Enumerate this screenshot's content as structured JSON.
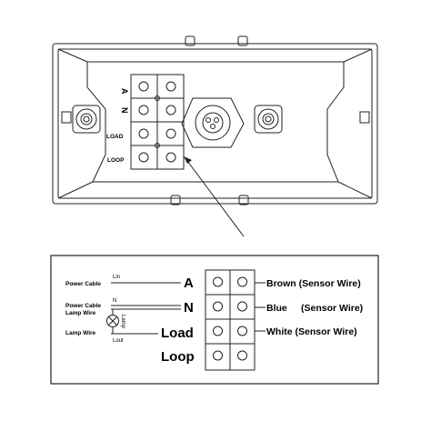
{
  "enclosure": {
    "terminal_labels": [
      "A",
      "N",
      "LOAD",
      "LOOP"
    ]
  },
  "wiring": {
    "left_labels": {
      "power_cable_1": "Power Cable",
      "lin": "Lin",
      "power_cable_2": "Power Cable",
      "lamp_wire_1": "Lamp Wire",
      "n_small": "N",
      "lamp_wire_2": "Lamp Wire",
      "lamp": "Lamp",
      "lout": "Lout"
    },
    "terminal_labels": {
      "a": "A",
      "n": "N",
      "load": "Load",
      "loop": "Loop"
    },
    "sensor_wires": {
      "brown": "Brown (Sensor Wire)",
      "blue": "Blue",
      "blue_suffix": "(Sensor Wire)",
      "white": "White (Sensor Wire)"
    }
  },
  "colors": {
    "line": "#222222",
    "background": "#ffffff"
  }
}
